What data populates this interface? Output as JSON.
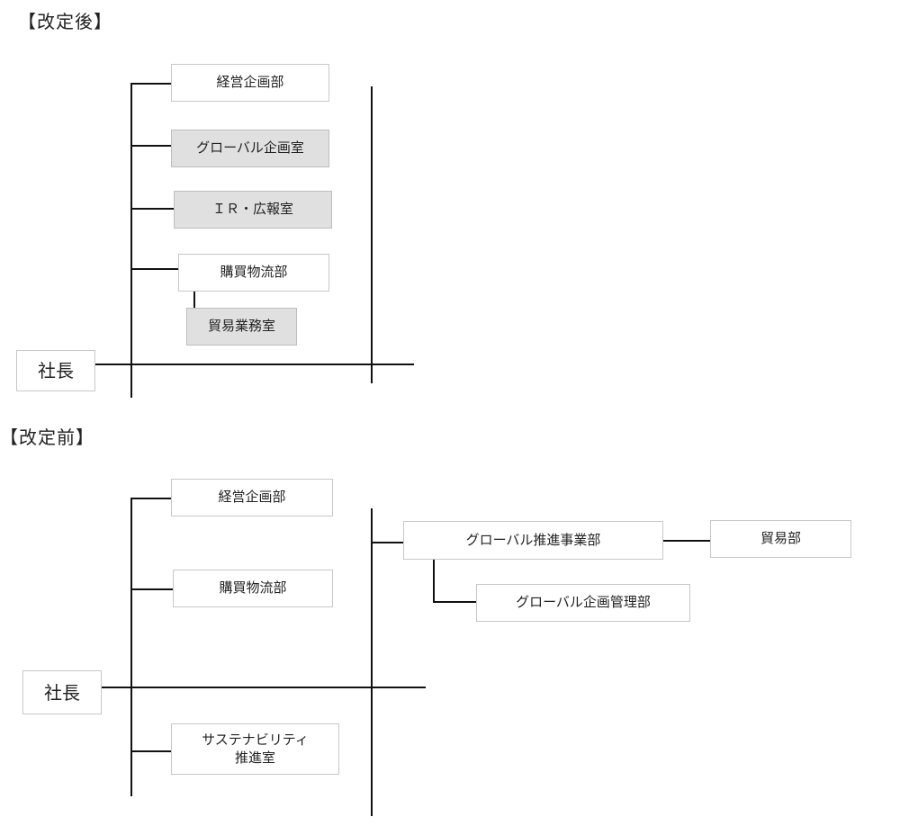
{
  "after": {
    "heading": "【改定後】",
    "president": "社長",
    "units": {
      "keiei": "経営企画部",
      "global_kikaku": "グローバル企画室",
      "ir": "ＩＲ・広報室",
      "kobai": "購買物流部",
      "boeki_gyomu": "貿易業務室"
    }
  },
  "before": {
    "heading": "【改定前】",
    "president": "社長",
    "units": {
      "keiei": "経営企画部",
      "kobai": "購買物流部",
      "sustainability": "サステナビリティ\n推進室",
      "global_suishin": "グローバル推進事業部",
      "boeki": "貿易部",
      "global_kanri": "グローバル企画管理部"
    }
  }
}
